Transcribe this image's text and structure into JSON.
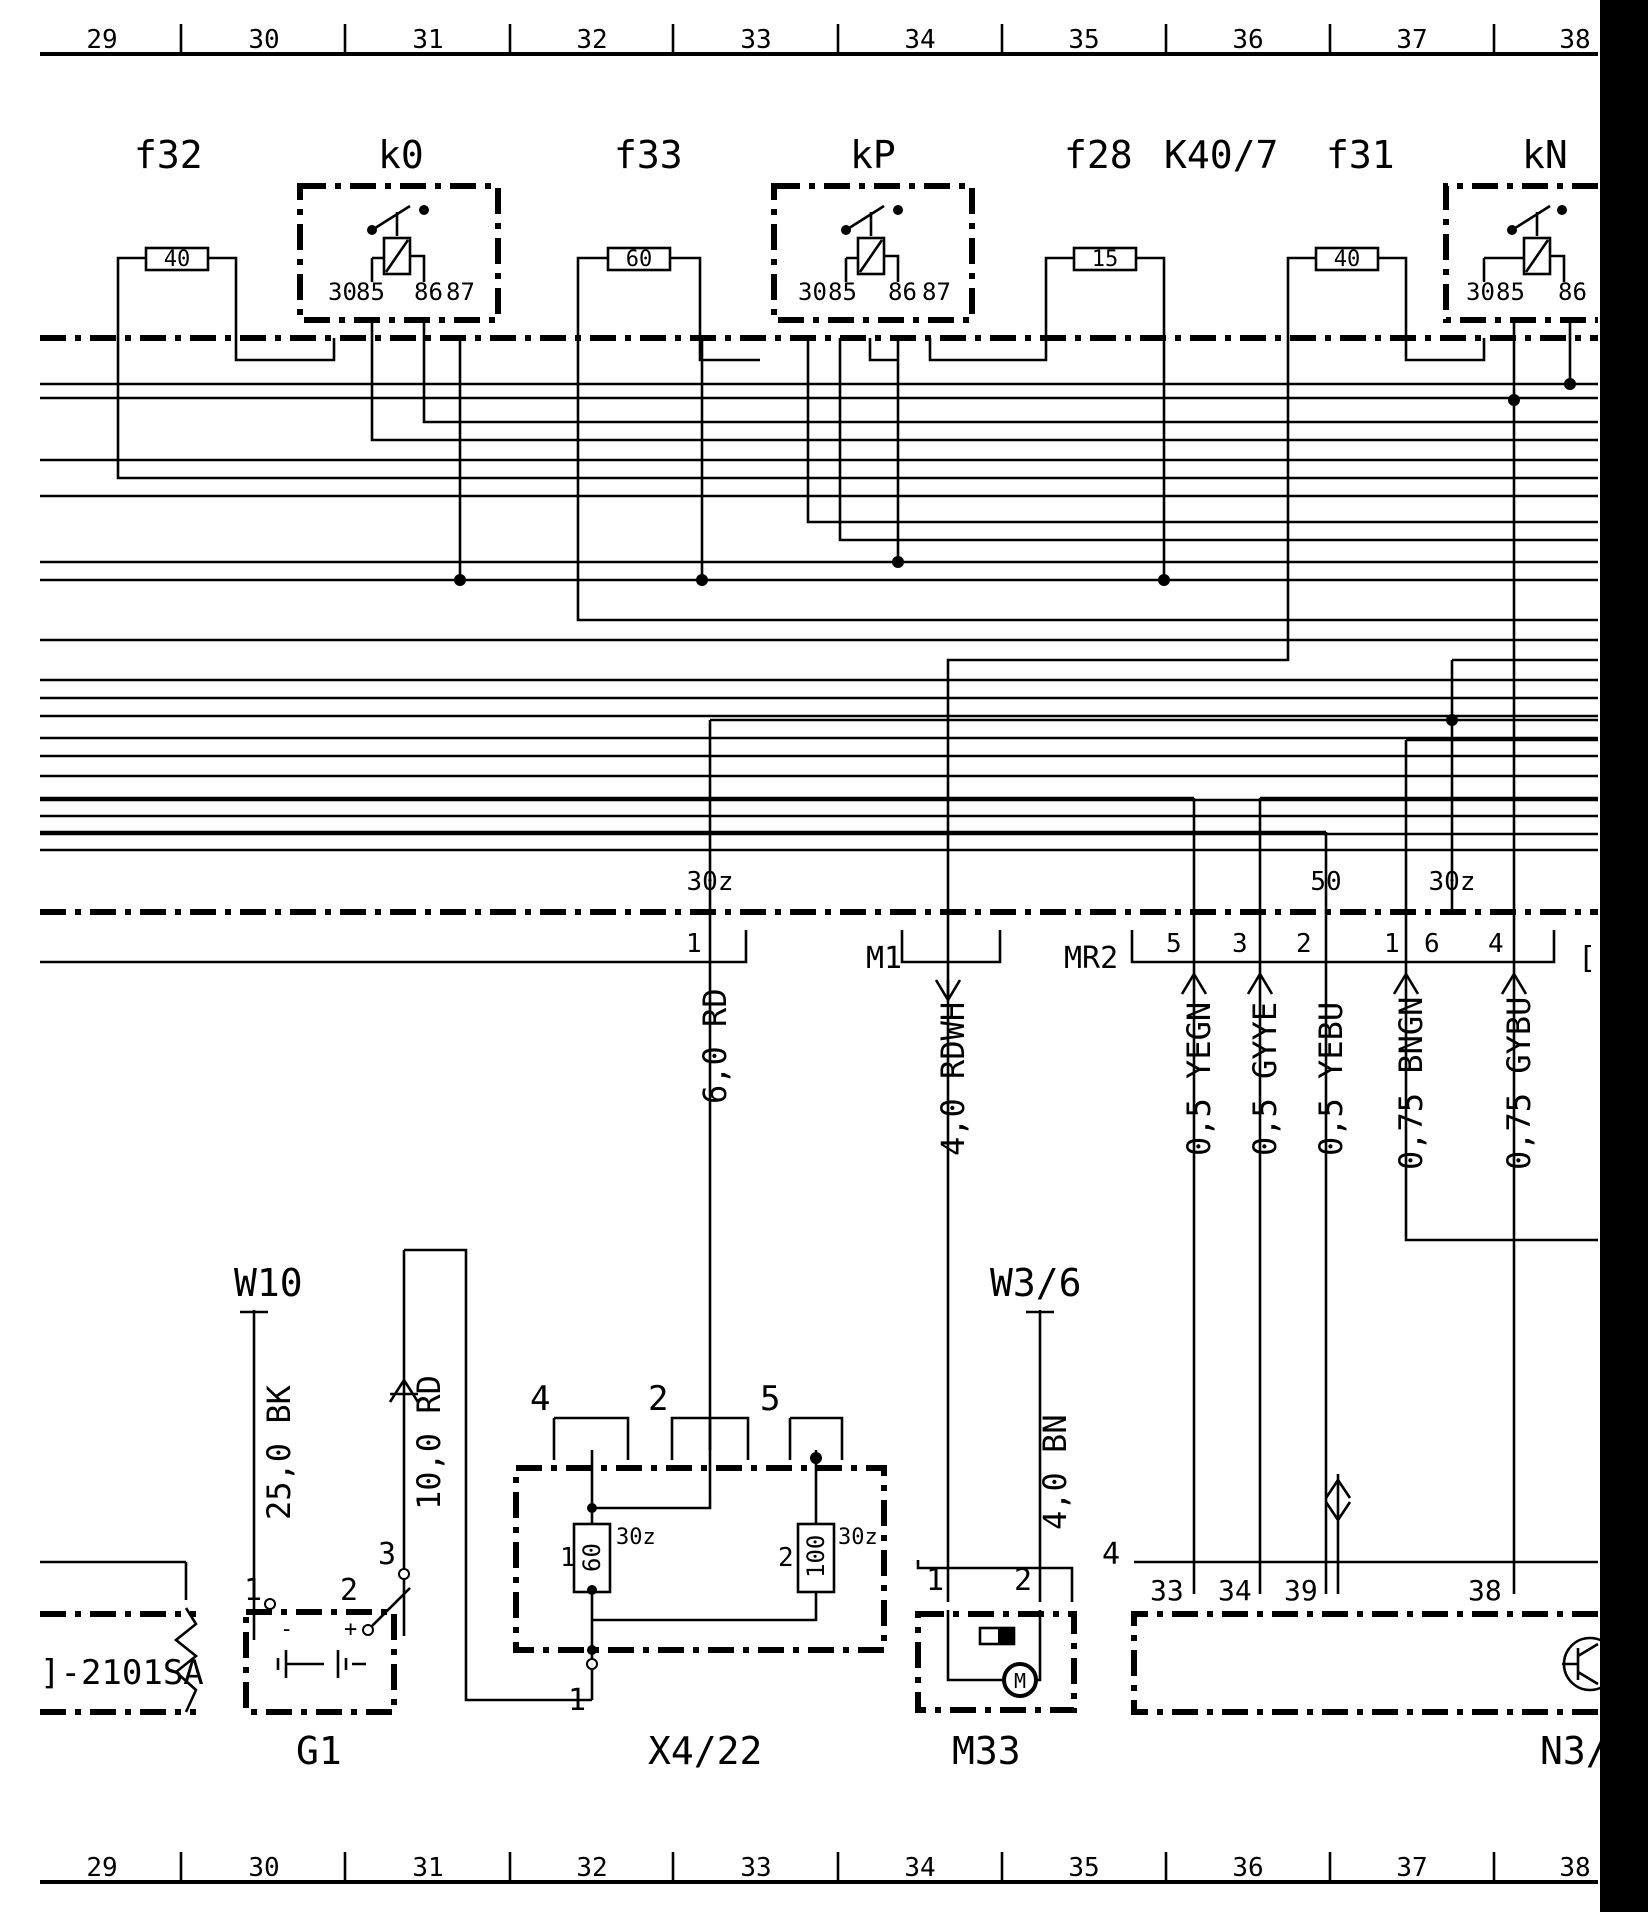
{
  "ruler": {
    "columns": [
      "29",
      "30",
      "31",
      "32",
      "33",
      "34",
      "35",
      "36",
      "37",
      "38"
    ]
  },
  "components": {
    "f32": "f32",
    "k0": "k0",
    "f33": "f33",
    "kP": "kP",
    "f28": "f28",
    "k40_7": "K40/7",
    "f31": "f31",
    "kN": "kN",
    "W10": "W10",
    "W3_6": "W3/6",
    "G1": "G1",
    "X4_22": "X4/22",
    "M33": "M33",
    "N3": "N3/",
    "M1": "M1",
    "MR2": "MR2",
    "left_ref": "]-2101SA"
  },
  "fuses": {
    "f32": "40",
    "f33": "60",
    "f28": "15",
    "f31": "40",
    "x4_fuse1": "60",
    "x4_fuse2": "100"
  },
  "relay_pins": [
    "30",
    "85",
    "86",
    "87"
  ],
  "bus_labels": [
    "30z",
    "50",
    "30z"
  ],
  "pins": {
    "m1_left": "1",
    "mr2": [
      "5",
      "3",
      "2",
      "1",
      "6",
      "4"
    ],
    "right_stub": "[",
    "x4": [
      "4",
      "2",
      "5",
      "1",
      "2",
      "1"
    ],
    "fuse_tag": "30z",
    "g1": [
      "1",
      "2",
      "3"
    ],
    "g1_minus": "-",
    "g1_plus": "+",
    "m33": [
      "1",
      "2"
    ],
    "n3_group": "4",
    "n3": [
      "33",
      "34",
      "39",
      "38"
    ]
  },
  "wires": {
    "w_30z": "6,0 RD",
    "w_m1": "4,0 RDWH",
    "w_yegn": "0,5 YEGN",
    "w_gyye": "0,5 GYYE",
    "w_yebu": "0,5 YEBU",
    "w_bngn": "0,75 BNGN",
    "w_gybu": "0,75 GYBU",
    "w_w10": "25,0 BK",
    "w_g1": "10,0 RD",
    "w_w36": "4,0 BN"
  },
  "m33_glyph": "M"
}
